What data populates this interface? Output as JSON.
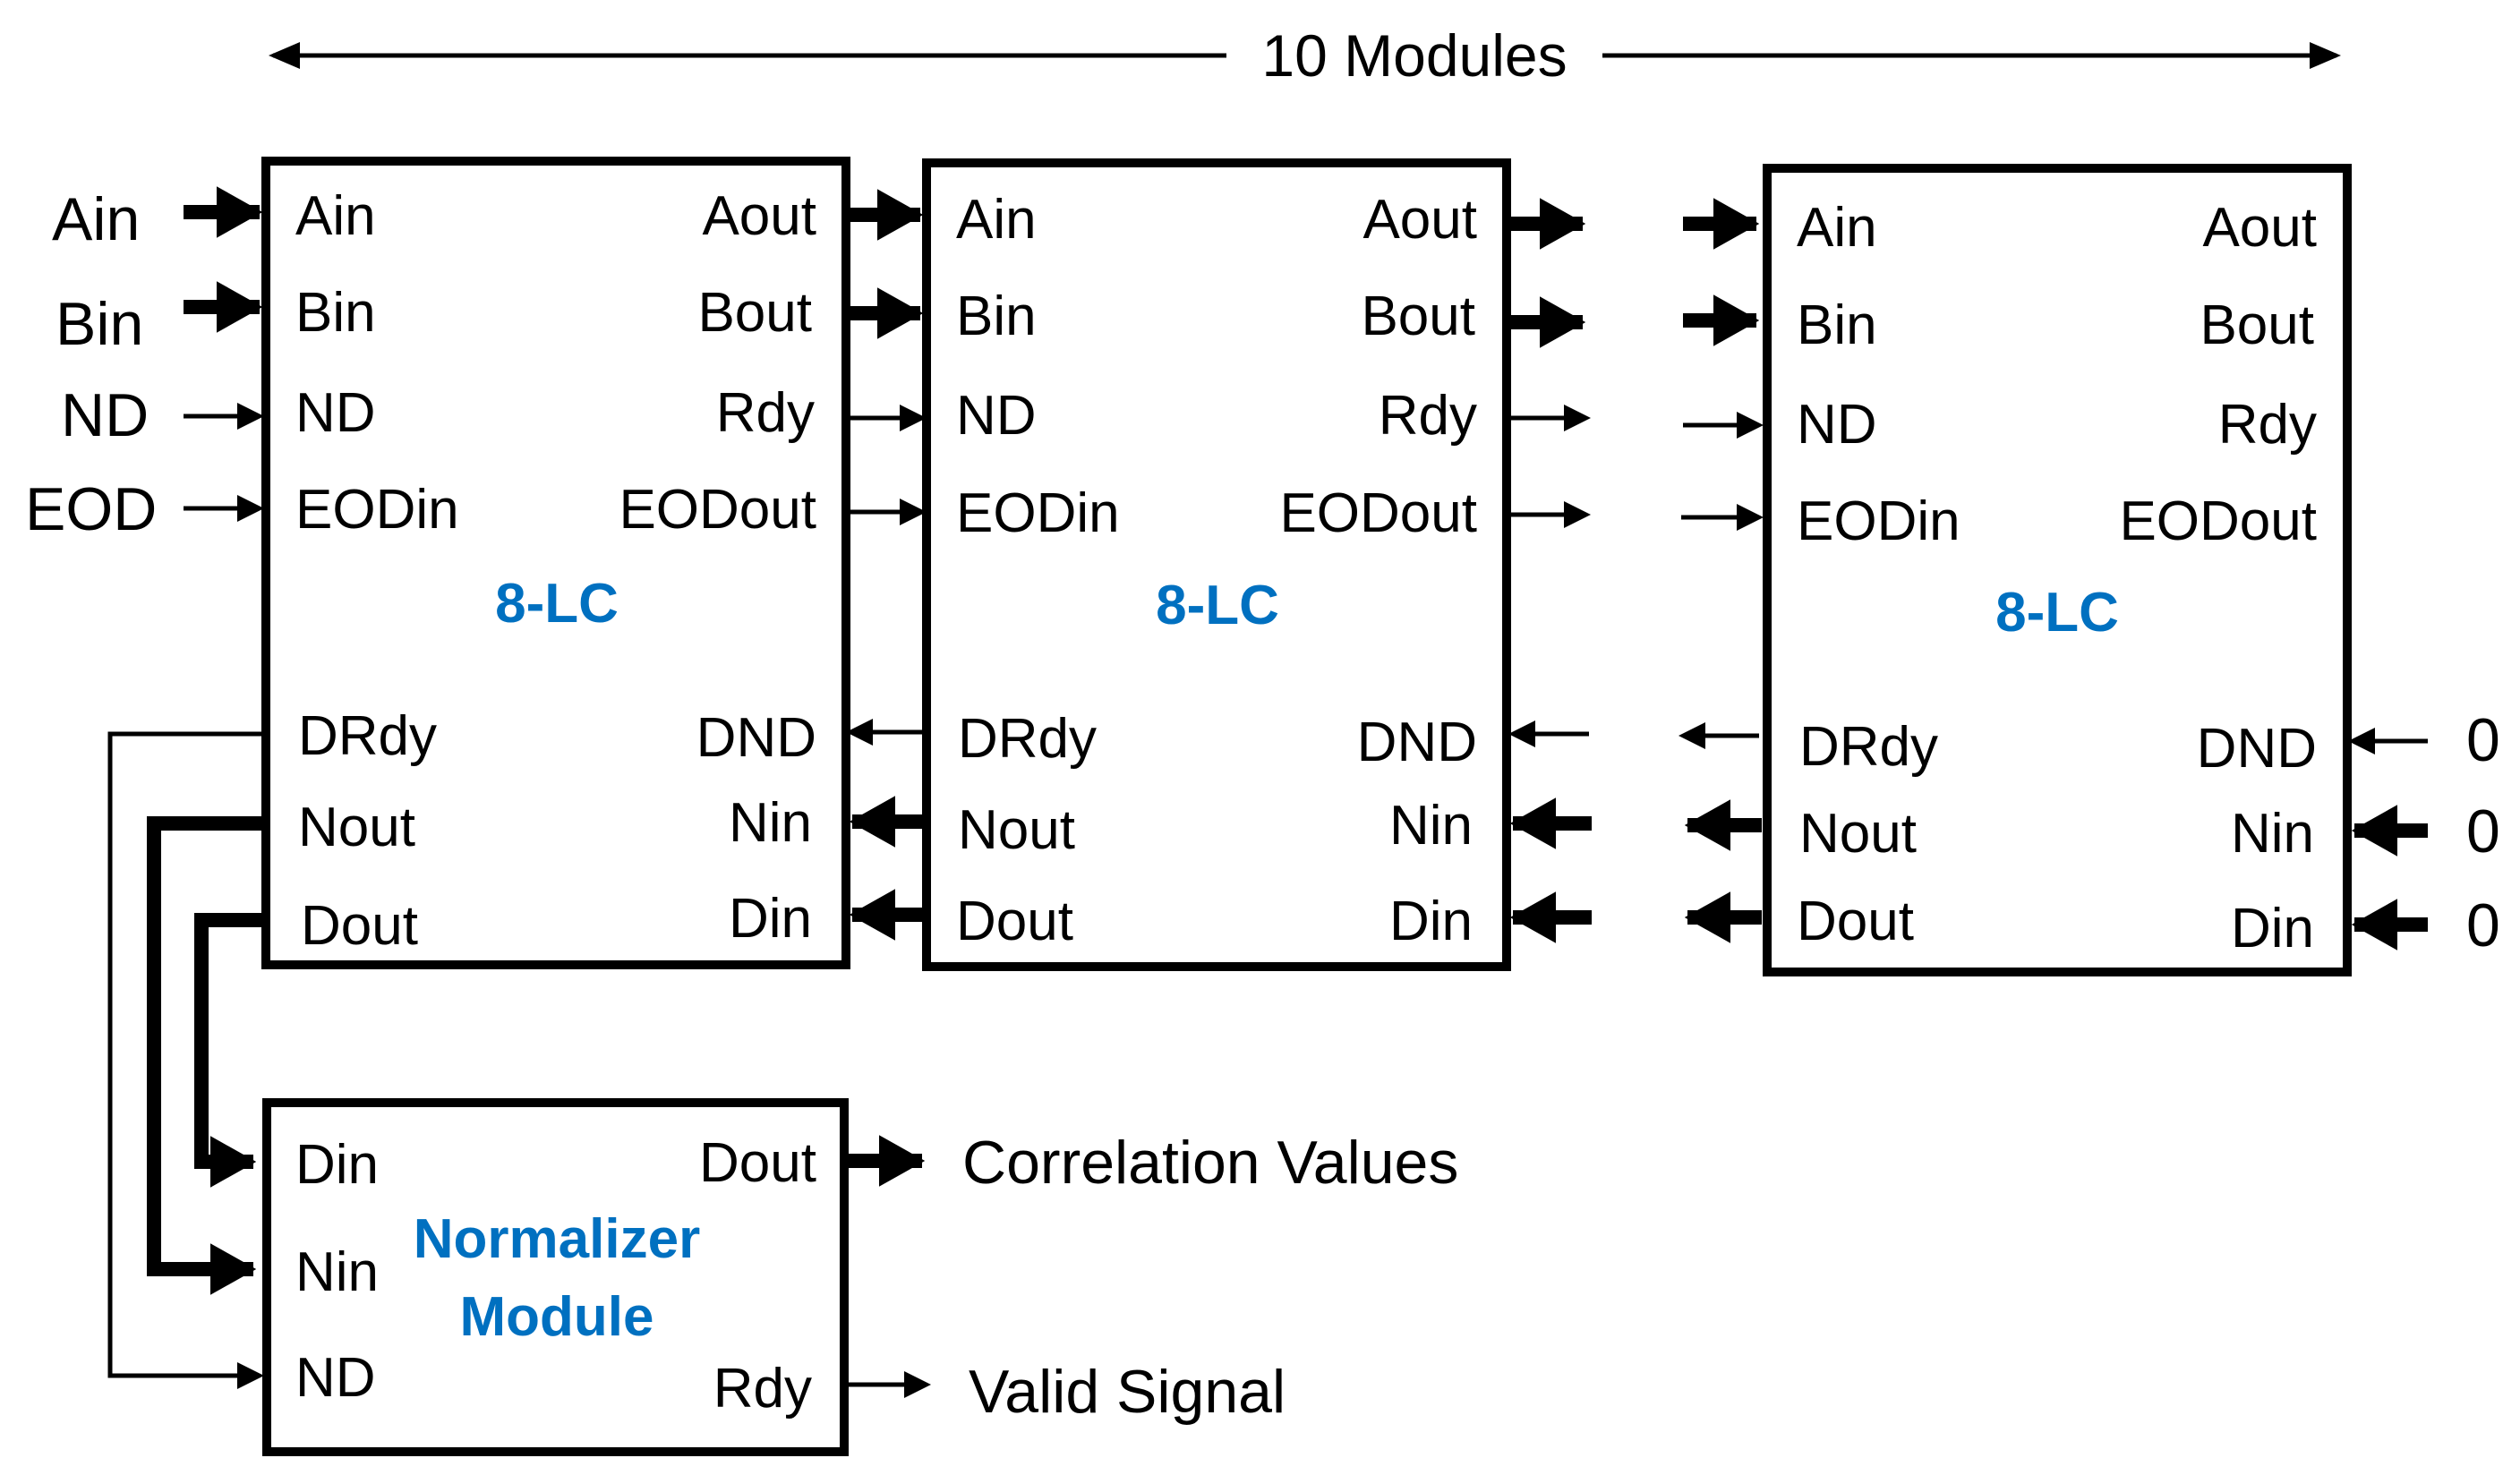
{
  "header": {
    "module_count_label": "10 Modules"
  },
  "external_inputs": {
    "ain": "Ain",
    "bin": "Bin",
    "nd": "ND",
    "eod": "EOD"
  },
  "lc_block": {
    "title": "8-LC",
    "pins_left": [
      "Ain",
      "Bin",
      "ND",
      "EODin",
      "DRdy",
      "Nout",
      "Dout"
    ],
    "pins_right": [
      "Aout",
      "Bout",
      "Rdy",
      "EODout",
      "DND",
      "Nin",
      "Din"
    ]
  },
  "tail_inputs": [
    "0",
    "0",
    "0"
  ],
  "normalizer": {
    "title_line1": "Normalizer",
    "title_line2": "Module",
    "pins_left": [
      "Din",
      "Nin",
      "ND"
    ],
    "pins_right": [
      "Dout",
      "Rdy"
    ]
  },
  "outputs": {
    "correlation": "Correlation Values",
    "valid": "Valid Signal"
  }
}
